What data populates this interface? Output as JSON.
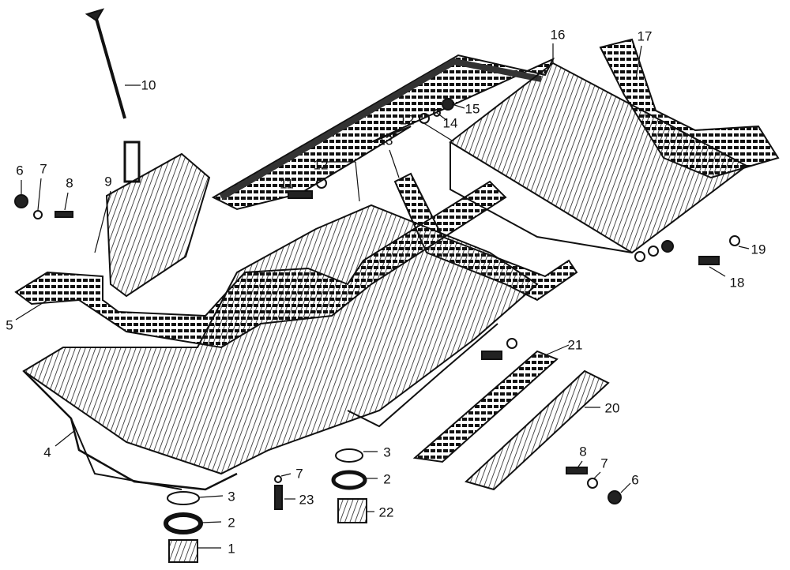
{
  "callouts": [
    "10",
    "16",
    "17",
    "15",
    "14",
    "12",
    "13",
    "11",
    "12",
    "6",
    "7",
    "8",
    "9",
    "5",
    "19",
    "18",
    "21",
    "20",
    "4",
    "3",
    "2",
    "7",
    "3",
    "23",
    "22",
    "2",
    "1",
    "8",
    "7",
    "6"
  ]
}
